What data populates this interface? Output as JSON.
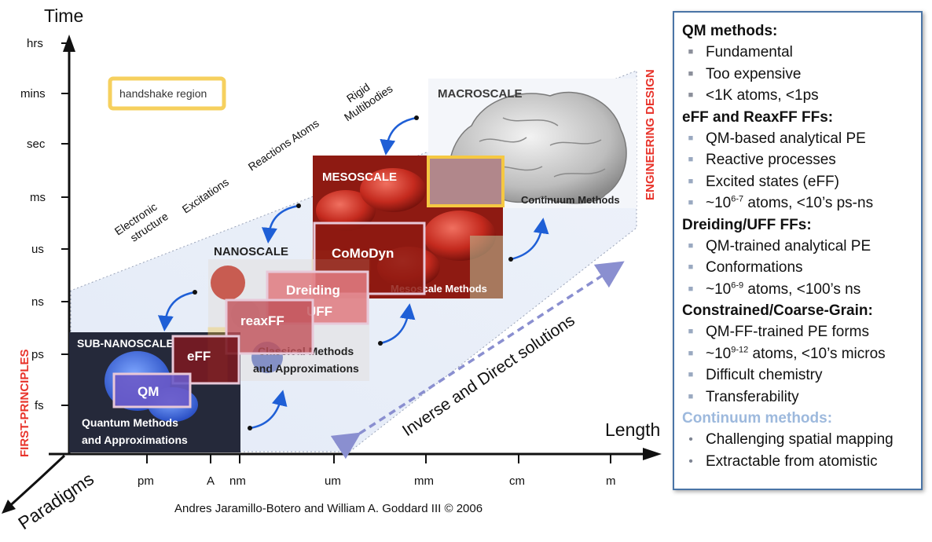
{
  "axes": {
    "y_title": "Time",
    "x_title": "Length",
    "y_ticks": [
      "hrs",
      "mins",
      "sec",
      "ms",
      "us",
      "ns",
      "ps",
      "fs"
    ],
    "x_ticks": [
      "pm",
      "A",
      "nm",
      "um",
      "mm",
      "cm",
      "m"
    ],
    "paradigms": "Paradigms",
    "first_principles": "FIRST-PRINCIPLES",
    "engineering_design": "ENGINEERING DESIGN"
  },
  "diagram": {
    "handshake": "handshake region",
    "diag_labels": {
      "electronic1": "Electronic",
      "electronic2": "structure",
      "excitations": "Excitations",
      "reactions": "Reactions Atoms",
      "rigid1": "Rigid",
      "rigid2": "Multibodies"
    },
    "scales": {
      "subnano": {
        "title": "SUB-NANOSCALE",
        "sub1": "Quantum Methods",
        "sub2": "and Approximations"
      },
      "nano": {
        "title": "NANOSCALE",
        "sub1": "Classical Methods",
        "sub2": "and Approximations"
      },
      "meso": {
        "title": "MESOSCALE",
        "sub": "Mesoscale Methods"
      },
      "macro": {
        "title": "MACROSCALE",
        "sub": "Continuum Methods"
      }
    },
    "methods": {
      "qm": "QM",
      "eff": "eFF",
      "reaxff": "reaxFF",
      "dreiding1": "Dreiding",
      "dreiding2": "UFF",
      "comodyn": "CoMoDyn"
    },
    "inverse": "Inverse and Direct solutions",
    "credit": "Andres Jaramillo-Botero and William A. Goddard III © 2006"
  },
  "legend": {
    "sections": [
      {
        "title": "QM methods:",
        "items": [
          "Fundamental",
          "Too expensive",
          "<1K atoms, <1ps"
        ]
      },
      {
        "title": "eFF and ReaxFF FFs:",
        "items": [
          "QM-based analytical PE",
          "Reactive processes",
          "Excited states (eFF)"
        ]
      },
      {
        "title": "Dreiding/UFF FFs:",
        "items": [
          "QM-trained analytical PE",
          "Conformations"
        ]
      },
      {
        "title": "Constrained/Coarse-Grain:",
        "items": [
          "QM-FF-trained PE forms",
          "",
          "Difficult chemistry",
          "Transferability"
        ]
      },
      {
        "title": "Continuum methods:",
        "items": [
          "Challenging spatial mapping",
          "Extractable from atomistic"
        ]
      }
    ],
    "sup_items": [
      {
        "pre": "~10",
        "sup": "6-7",
        "post": " atoms, <10’s ps-ns"
      },
      {
        "pre": "~10",
        "sup": "6-9",
        "post": " atoms, <100’s ns"
      },
      {
        "pre": "~10",
        "sup": "9-12",
        "post": " atoms, <10’s micros"
      }
    ]
  },
  "colors": {
    "axis": "#111111",
    "accent_red": "#e8332a",
    "legend_border": "#4a74a6",
    "continuum_title": "#9db9dd",
    "arrow_blue": "#1f5fd6"
  }
}
